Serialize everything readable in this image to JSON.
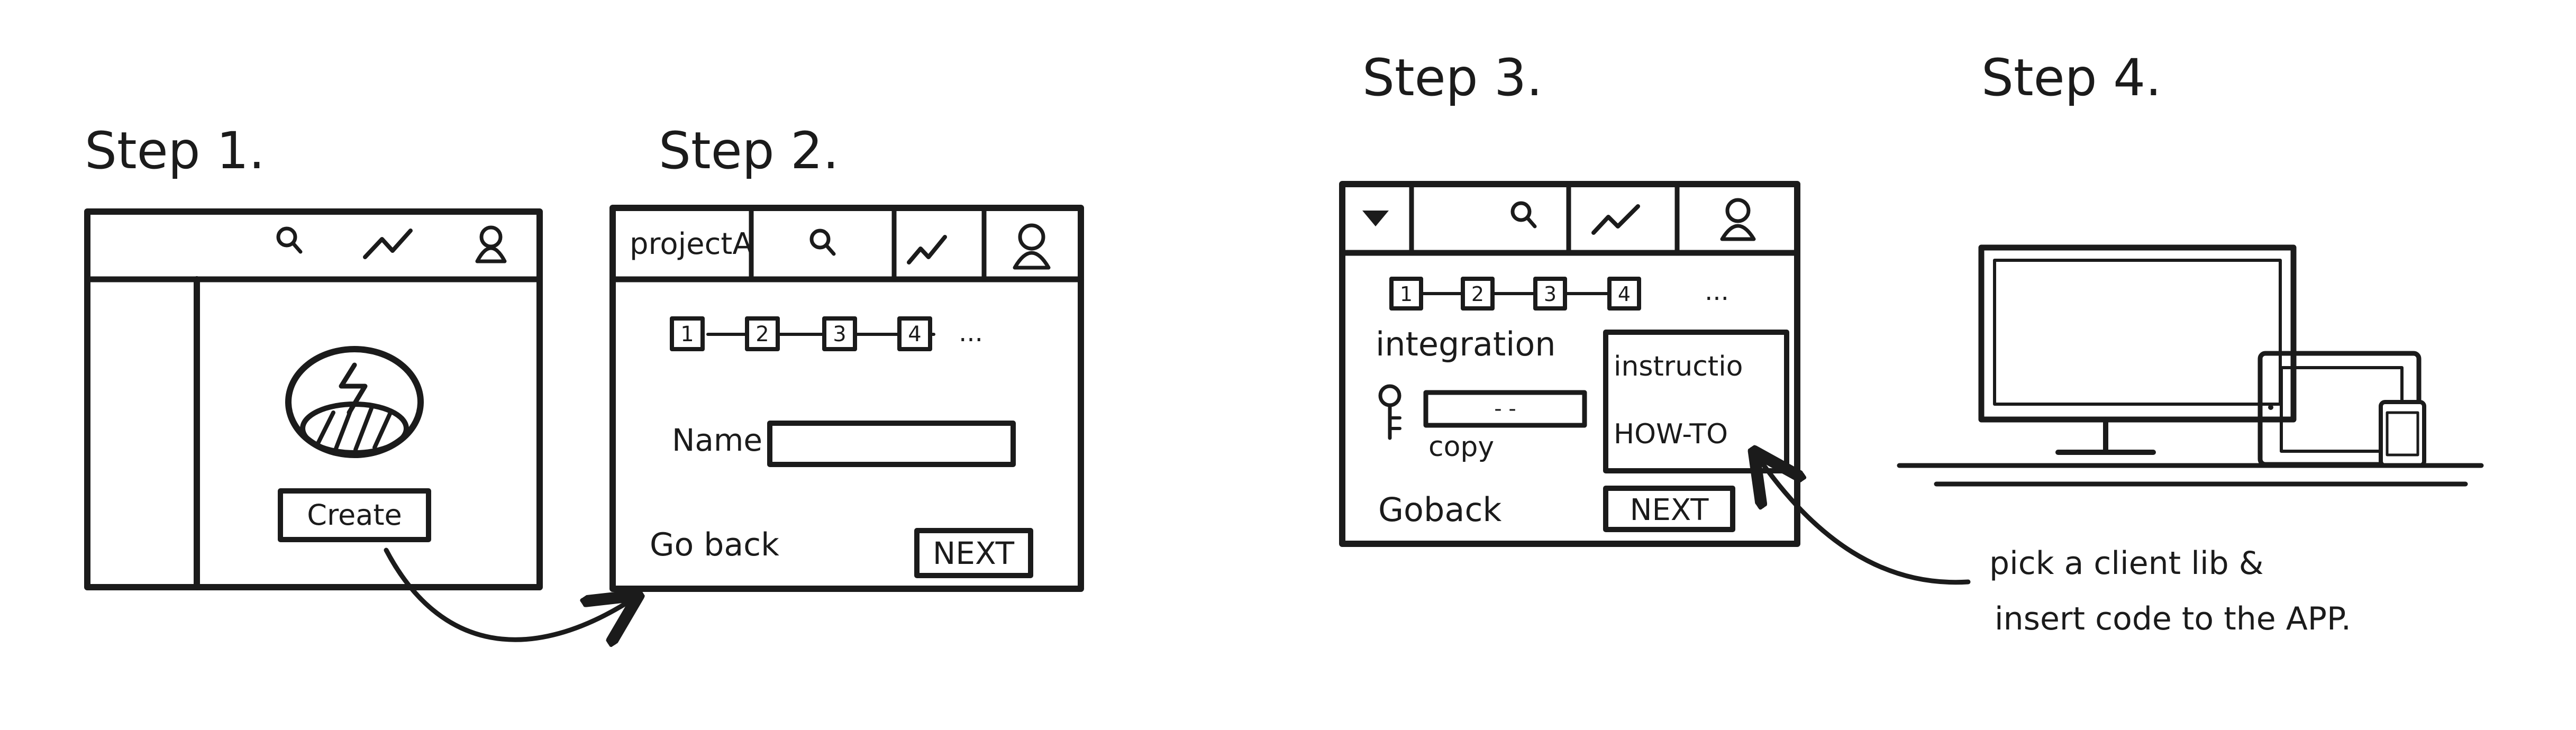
{
  "colors": {
    "ink": "#1b1b1b",
    "paper": "#ffffff"
  },
  "step1": {
    "title": "Step 1.",
    "icons": [
      "search-icon",
      "activity-icon",
      "user-icon"
    ],
    "empty_state_icon": "lightning-database-icon",
    "create_label": "Create"
  },
  "step2": {
    "title": "Step 2.",
    "project_label": "projectA",
    "icons": [
      "search-icon",
      "activity-icon",
      "user-icon"
    ],
    "stepper": [
      "1",
      "2",
      "3",
      "4",
      "..."
    ],
    "name_label": "Name",
    "name_value": "",
    "goback_label": "Go back",
    "next_label": "NEXT"
  },
  "step3": {
    "title": "Step 3.",
    "icons": [
      "dropdown-icon",
      "search-icon",
      "activity-icon",
      "user-icon"
    ],
    "stepper": [
      "1",
      "2",
      "3",
      "4",
      "..."
    ],
    "integration_label": "integration",
    "key_icon": "key-icon",
    "key_value": "- -",
    "copy_label": "copy",
    "instructions_label": "instructio",
    "howto_label": "HOW-TO",
    "goback_label": "Goback",
    "next_label": "NEXT"
  },
  "step4": {
    "title": "Step 4.",
    "devices": [
      "monitor-icon",
      "tablet-icon",
      "phone-icon"
    ]
  },
  "annotation": {
    "line1": "pick a client lib &",
    "line2": "insert code to the APP."
  }
}
